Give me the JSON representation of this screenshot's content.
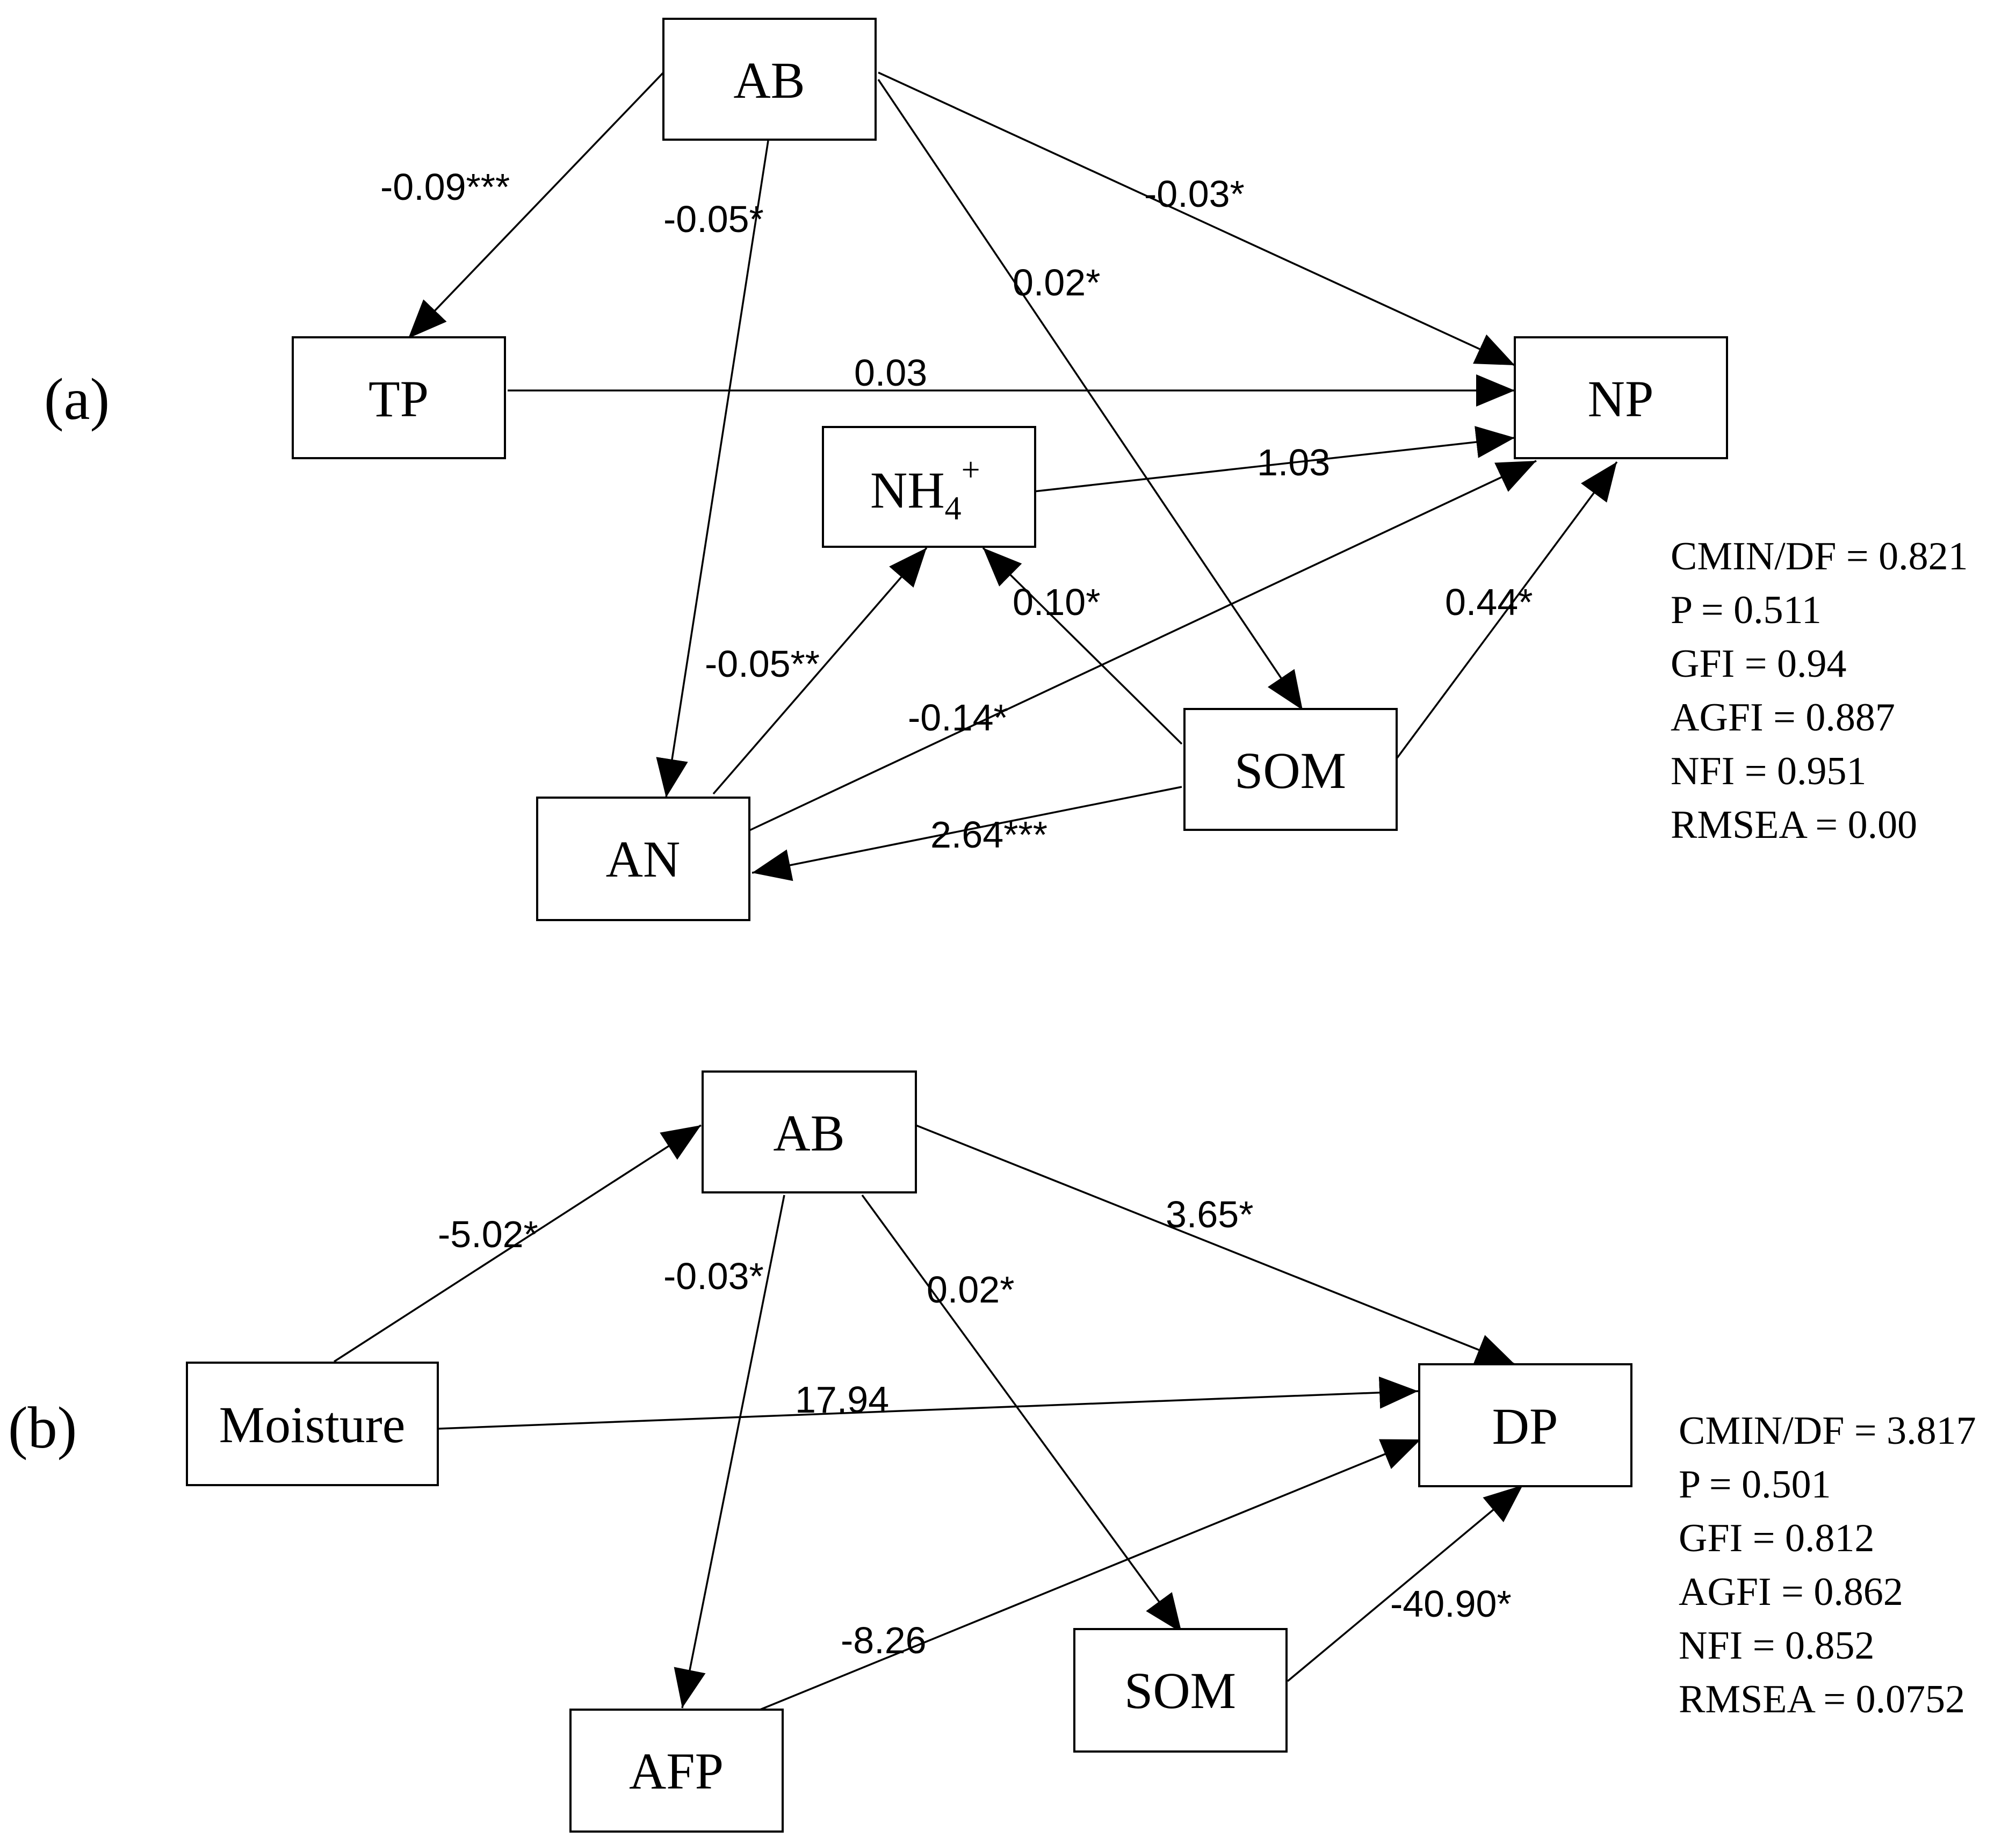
{
  "panels": {
    "a": {
      "label": "(a)",
      "nodes": {
        "AB": "AB",
        "TP": "TP",
        "NP": "NP",
        "NH4": {
          "base": "NH",
          "sub": "4",
          "sup": "+"
        },
        "AN": "AN",
        "SOM": "SOM"
      },
      "paths": {
        "AB_TP": "-0.09***",
        "AB_AN": "-0.05*",
        "AB_SOM": "0.02*",
        "AB_NP": "-0.03*",
        "TP_NP": "0.03",
        "NH4_NP": "1.03",
        "AN_NH4": "-0.05**",
        "SOM_NH4": "0.10*",
        "SOM_NP": "0.44*",
        "AN_NP": "-0.14*",
        "SOM_AN": "2.64***"
      },
      "fit": [
        "CMIN/DF = 0.821",
        "P = 0.511",
        "GFI = 0.94",
        "AGFI = 0.887",
        "NFI = 0.951",
        "RMSEA = 0.00"
      ]
    },
    "b": {
      "label": "(b)",
      "nodes": {
        "AB": "AB",
        "Moisture": "Moisture",
        "DP": "DP",
        "AFP": "AFP",
        "SOM": "SOM"
      },
      "paths": {
        "Moisture_AB": "-5.02*",
        "AB_AFP": "-0.03*",
        "AB_SOM": "0.02*",
        "AB_DP": "3.65*",
        "Moisture_DP": "17.94",
        "AFP_DP": "-8.26",
        "SOM_DP": "-40.90*"
      },
      "fit": [
        "CMIN/DF = 3.817",
        "P = 0.501",
        "GFI = 0.812",
        "AGFI = 0.862",
        "NFI = 0.852",
        "RMSEA = 0.0752"
      ]
    }
  }
}
